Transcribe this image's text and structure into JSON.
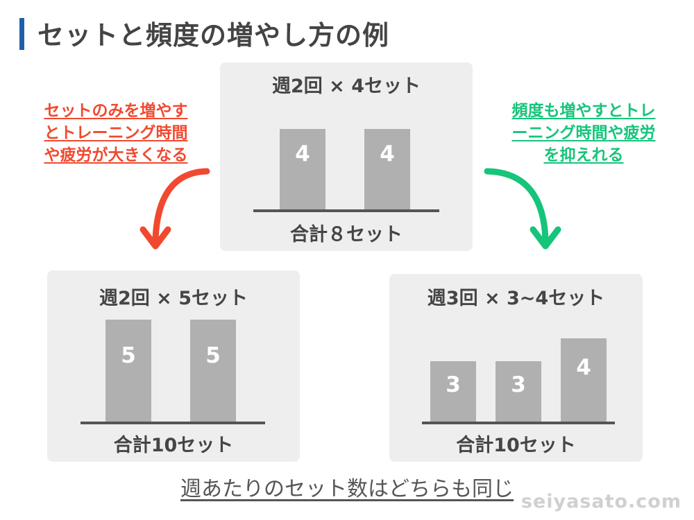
{
  "title": "セットと頻度の増やし方の例",
  "top_panel": {
    "header": "週2回 × 4セット",
    "bars": [
      {
        "value": "4"
      },
      {
        "value": "4"
      }
    ],
    "footer": "合計８セット"
  },
  "left_panel": {
    "header": "週2回 × 5セット",
    "bars": [
      {
        "value": "5"
      },
      {
        "value": "5"
      }
    ],
    "footer": "合計10セット"
  },
  "right_panel": {
    "header": "週3回 × 3~4セット",
    "bars": [
      {
        "value": "3"
      },
      {
        "value": "3"
      },
      {
        "value": "4"
      }
    ],
    "footer": "合計10セット"
  },
  "left_note": {
    "lines": [
      "セットのみを増やす",
      "とトレーニング時間",
      "や疲労が大きくなる"
    ],
    "color": "#f0492f"
  },
  "right_note": {
    "lines": [
      "頻度も増やすとトレ",
      "ーニング時間や疲労",
      "を抑えれる"
    ],
    "color": "#16c47a"
  },
  "footer_text": "週あたりのセット数はどちらも同じ",
  "watermark": "seiyasato.com",
  "colors": {
    "title_accent": "#1f5fa8",
    "panel_bg": "#eeeeee",
    "bar": "#b0b0b0",
    "red": "#f0492f",
    "green": "#16c47a"
  }
}
